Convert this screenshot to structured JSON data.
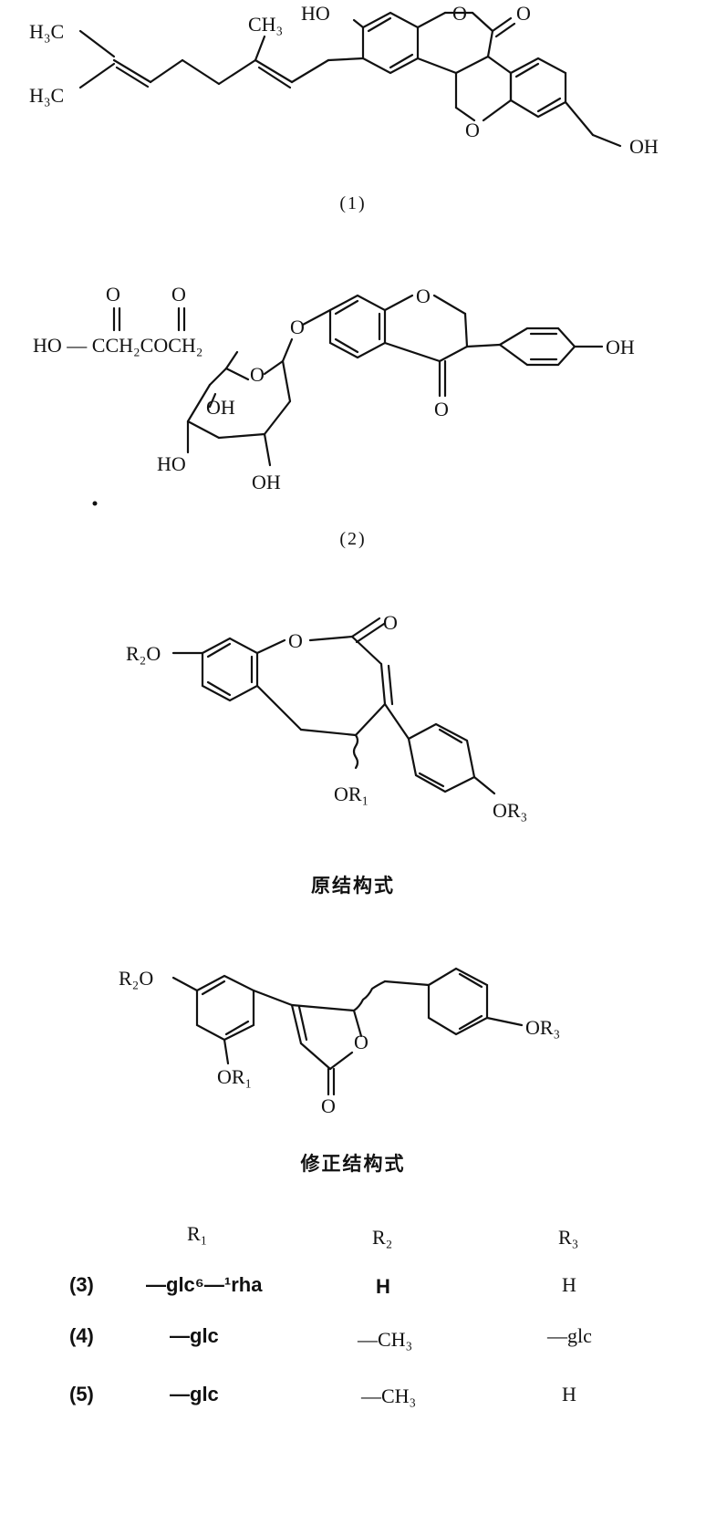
{
  "compound1": {
    "caption": "(1)",
    "labels": {
      "ch3_top": "H₃C",
      "ch3_bottom": "H₃C",
      "ch3_mid": "CH₃",
      "oh_a": "HO",
      "o_ring": "O",
      "o_carbonyl": "O",
      "o_furan": "O",
      "oh_b": "OH"
    }
  },
  "compound2": {
    "caption": "(2)",
    "labels": {
      "o_c1": "O",
      "o_c2": "O",
      "acid": "HO — CCH₂COCH₂",
      "o_gly": "O",
      "o_pyr": "O",
      "o_ring": "O",
      "oh_ar": "OH",
      "oh1": "OH",
      "oh2": "HO",
      "oh3": "OH",
      "o_ketone": "O"
    }
  },
  "original_structure": {
    "caption": "原结构式",
    "labels": {
      "r2o": "R₂O",
      "o_lact": "O",
      "o_carbonyl": "O",
      "or1": "OR₁",
      "or3": "OR₃"
    }
  },
  "revised_structure": {
    "caption": "修正结构式",
    "labels": {
      "r2o": "R₂O",
      "or1": "OR₁",
      "o_ring": "O",
      "o_carbonyl": "O",
      "or3": "OR₃"
    }
  },
  "table": {
    "headers": [
      "R₁",
      "R₂",
      "R₃"
    ],
    "rows": [
      {
        "id": "(3)",
        "r1": "—glc⁶—¹rha",
        "r2": "H",
        "r3": "H"
      },
      {
        "id": "(4)",
        "r1": "—glc",
        "r2": "—CH₃",
        "r3": "—glc"
      },
      {
        "id": "(5)",
        "r1": "—glc",
        "r2": "—CH₃",
        "r3": "H"
      }
    ]
  }
}
